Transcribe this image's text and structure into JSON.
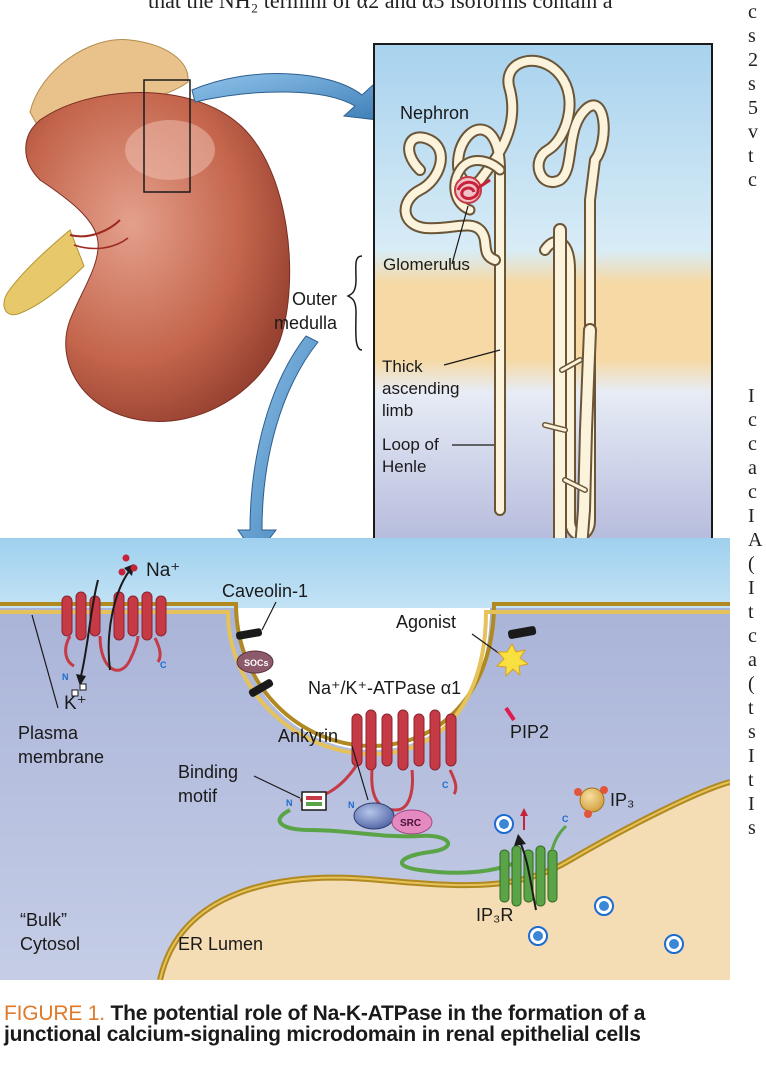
{
  "header_text": "that the NH₂ termini of α2 and α3 isoforms contain a",
  "right_column_fragments": [
    "c",
    "s",
    "2",
    "s",
    "5",
    "v",
    "t",
    "c",
    "",
    "",
    "",
    "",
    "",
    "",
    "",
    "",
    "I",
    "c",
    "c",
    "a",
    "c",
    "I",
    "A",
    "(",
    "I",
    "t",
    "c",
    "a",
    "(",
    "t",
    "s",
    "I",
    "t",
    "I",
    "s"
  ],
  "diagram": {
    "labels": {
      "nephron": "Nephron",
      "glomerulus": "Glomerulus",
      "outer_medulla": "Outer medulla",
      "thick_ascending_limb": "Thick ascending limb",
      "loop_of_henle": "Loop of Henle",
      "na_plus": "Na⁺",
      "k_plus": "K⁺",
      "caveolin": "Caveolin-1",
      "agonist": "Agonist",
      "socs": "SOCs",
      "atpase": "Na⁺/K⁺-ATPase α1",
      "pip2": "PIP2",
      "plasma_membrane": "Plasma membrane",
      "ankyrin": "Ankyrin",
      "binding_motif": "Binding motif",
      "src": "SRC",
      "ip3": "IP₃",
      "ip3r": "IP₃R",
      "bulk_cytosol": "“Bulk” Cytosol",
      "er_lumen": "ER Lumen",
      "n_term": "N",
      "c_term": "C"
    }
  },
  "caption": {
    "label": "FIGURE 1.",
    "text": "The potential role of Na-K-ATPase in the formation of a junctional calcium-signaling microdomain in renal epithelial cells"
  },
  "colors": {
    "caption_label": "#e07a2a",
    "extracellular": "#a9d4ee",
    "cytosol": "#b5bfdc",
    "membrane": "#c9a030",
    "protein_red": "#c63a45",
    "protein_green": "#5aa346",
    "kidney": "#c4654c"
  }
}
